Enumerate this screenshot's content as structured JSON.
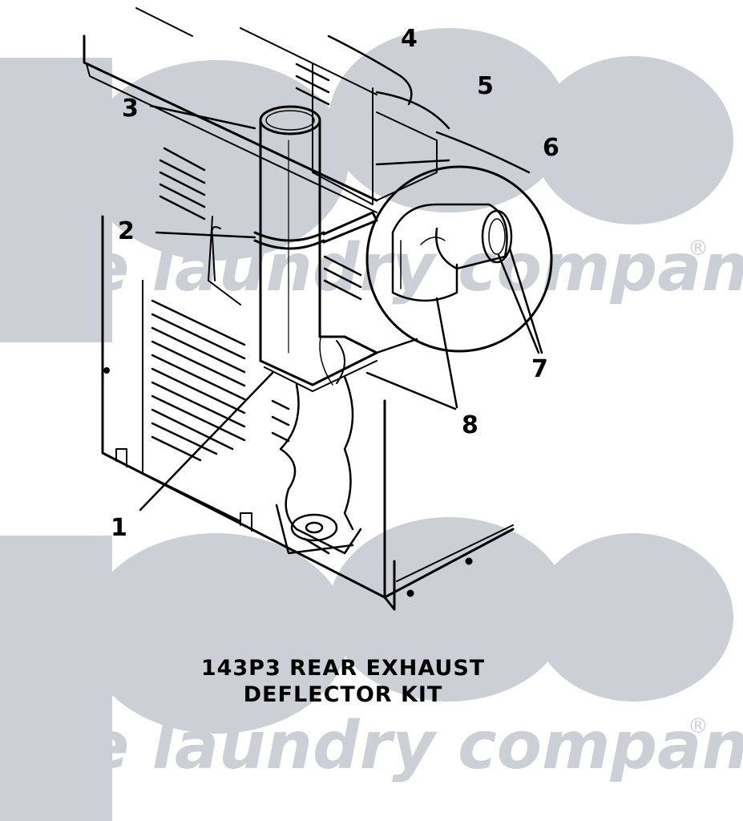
{
  "watermark": {
    "brand_text": "the laundry company",
    "registered_mark": "®",
    "color": "#ccd0d6",
    "logo_icon": "ods-logo-icon"
  },
  "callouts": {
    "c1": "1",
    "c2": "2",
    "c3": "3",
    "c4": "4",
    "c5": "5",
    "c6": "6",
    "c7": "7",
    "c8": "8"
  },
  "caption": {
    "line1": "143P3 REAR EXHAUST",
    "line2": "DEFLECTOR KIT"
  }
}
